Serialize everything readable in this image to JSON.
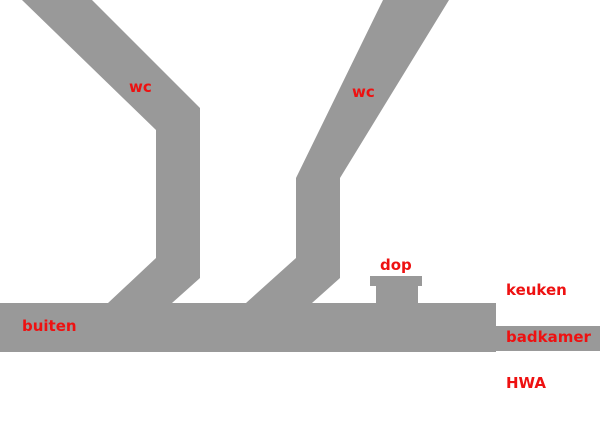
{
  "diagram": {
    "pipe_color": "#999999",
    "label_color": "#ee1111",
    "labels": {
      "wc_left": "wc",
      "wc_right": "wc",
      "dop": "dop",
      "buiten": "buiten",
      "keuken": "keuken",
      "badkamer": "badkamer",
      "hwa": "HWA"
    }
  }
}
